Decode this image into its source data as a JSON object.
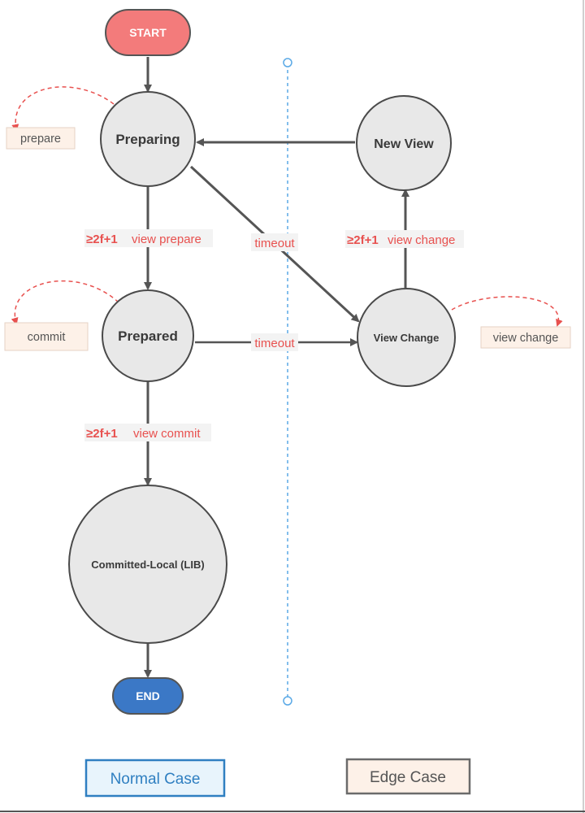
{
  "nodes": {
    "start": "START",
    "preparing": "Preparing",
    "prepared": "Prepared",
    "committed": "Committed-Local (LIB)",
    "end": "END",
    "new_view": "New View",
    "view_change": "View Change"
  },
  "edges": {
    "prepare_threshold": "≥2f+1",
    "prepare_action": "view prepare",
    "commit_threshold": "≥2f+1",
    "commit_action": "view commit",
    "timeout_from_preparing": "timeout",
    "timeout_from_prepared": "timeout",
    "view_change_threshold": "≥2f+1",
    "view_change_action": "view change"
  },
  "self_loops": {
    "preparing": "prepare",
    "prepared": "commit",
    "view_change": "view change"
  },
  "legend": {
    "normal": "Normal Case",
    "edge": "Edge Case"
  },
  "colors": {
    "start_fill": "#f37b7b",
    "end_fill": "#3b78c6",
    "node_fill": "#e8e8e8",
    "node_stroke": "#4a4a4a",
    "arrow": "#555555",
    "label_red": "#e8514f",
    "divider_blue": "#5aa9e6",
    "tag_fill": "#fdf1e8",
    "normal_border": "#2f7fc1",
    "normal_fill": "#e8f4fc",
    "edge_border": "#6b6b6b",
    "edge_fill": "#fdf1e8"
  }
}
